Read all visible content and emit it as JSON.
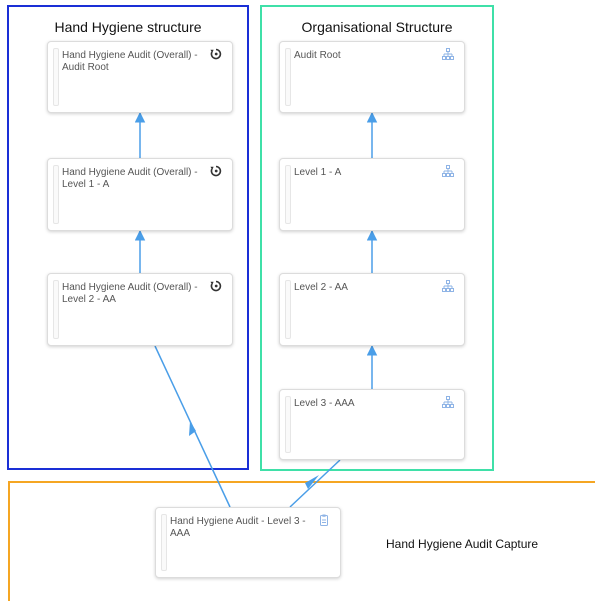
{
  "groups": {
    "hand_hygiene": {
      "title": "Hand Hygiene structure",
      "border_color": "#1a2fd6"
    },
    "organisational": {
      "title": "Organisational Structure",
      "border_color": "#3fe0a8"
    },
    "capture": {
      "title": "Hand Hygiene Audit Capture",
      "border_color": "#f5a623"
    }
  },
  "hand_hygiene_nodes": [
    {
      "label": "Hand Hygiene Audit (Overall) - Audit Root",
      "icon": "refresh-icon"
    },
    {
      "label": "Hand Hygiene Audit (Overall) - Level 1 - A",
      "icon": "refresh-icon"
    },
    {
      "label": "Hand Hygiene Audit (Overall) - Level 2 - AA",
      "icon": "refresh-icon"
    }
  ],
  "org_nodes": [
    {
      "label": "Audit Root",
      "icon": "hierarchy-icon"
    },
    {
      "label": "Level 1 - A",
      "icon": "hierarchy-icon"
    },
    {
      "label": "Level 2 - AA",
      "icon": "hierarchy-icon"
    },
    {
      "label": "Level 3 - AAA",
      "icon": "hierarchy-icon"
    }
  ],
  "capture_node": {
    "label": "Hand Hygiene Audit - Level 3 - AAA",
    "icon": "clipboard-icon"
  },
  "colors": {
    "arrow": "#4a9ee8",
    "icon_dark": "#333333",
    "icon_light": "#8fb4e6"
  }
}
